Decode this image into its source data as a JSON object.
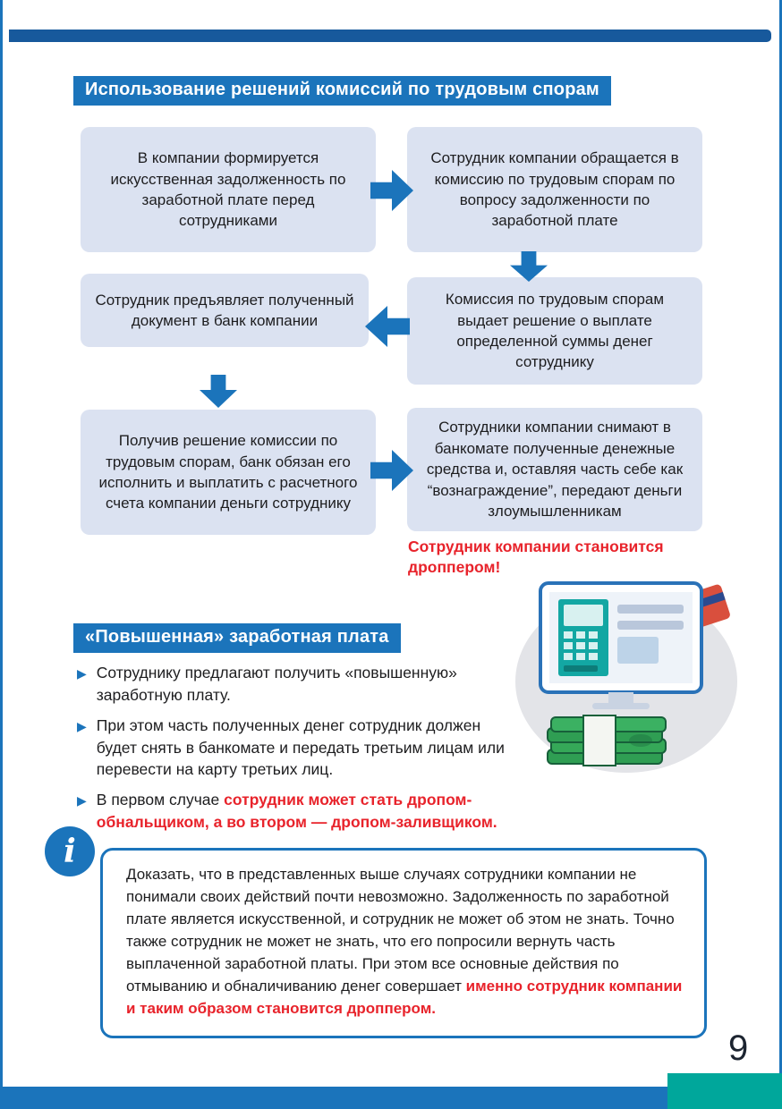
{
  "colors": {
    "accent_blue": "#1b74bb",
    "box_fill": "#dbe2f1",
    "alert_red": "#e8232b",
    "teal": "#00a79b"
  },
  "page": {
    "number": "9"
  },
  "section1": {
    "title": "Использование решений комиссий по трудовым спорам",
    "steps": [
      "В компании формируется искусственная задолженность по заработной плате перед сотрудниками",
      "Сотрудник компании обращается в комиссию по трудовым спорам по вопросу задолженности по заработной плате",
      "Сотрудник предъявляет полученный документ в банк компании",
      "Комиссия по трудовым спорам выдает решение о выплате определенной суммы денег сотруднику",
      "Получив решение комиссии по трудовым спорам, банк обязан его исполнить и выплатить с расчетного счета компании деньги сотруднику",
      "Сотрудники компании снимают в банкомате полученные денежные средства и, оставляя часть себе как “вознаграждение”, передают деньги злоумышленникам"
    ],
    "warning": "Сотрудник компании становится дроппером!"
  },
  "section2": {
    "title": "«Повышенная» заработная плата",
    "bullets": [
      {
        "text": "Сотруднику предлагают получить «повышенную» заработную плату.",
        "highlight": ""
      },
      {
        "text": "При этом часть полученных денег сотрудник должен будет снять в банкомате и передать третьим лицам или перевести на карту третьих лиц.",
        "highlight": ""
      },
      {
        "text": "В первом случае ",
        "highlight": "сотрудник может стать дропом-обнальщиком, а во втором — дропом-заливщиком."
      }
    ]
  },
  "infobox": {
    "icon": "i",
    "text": "Доказать, что в представленных выше случаях сотрудники компании не понимали своих действий почти невозможно. Задолженность по заработной плате является искусственной, и сотрудник не может об этом не знать. Точно также сотрудник не может не знать, что его попросили вернуть часть выплаченной заработной платы. При этом все основные действия по отмыванию и обналичиванию денег совершает ",
    "highlight": "именно сотрудник компании и таким образом становится дроппером."
  }
}
